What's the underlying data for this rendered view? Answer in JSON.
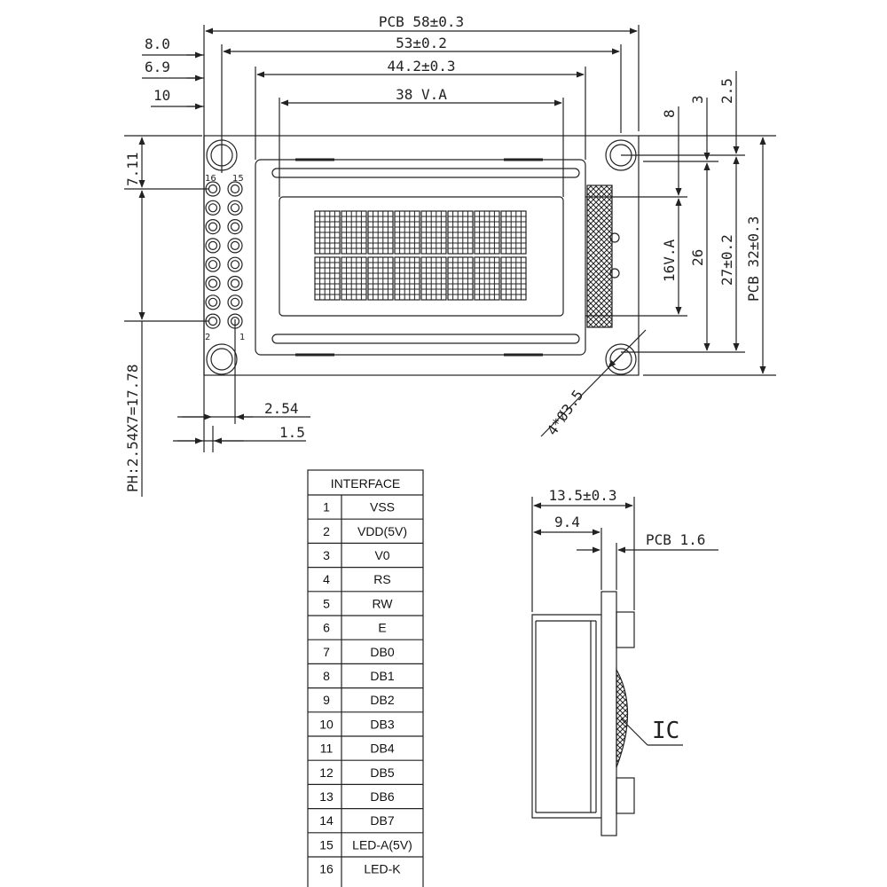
{
  "dimensions": {
    "pcb_width": "PCB 58±0.3",
    "hole_span": "53±0.2",
    "bezel_width": "44.2±0.3",
    "viewing_area_width": "38 V.A",
    "left_8": "8.0",
    "left_69": "6.9",
    "left_10": "10",
    "top_711": "7.11",
    "pitch": "PH:2.54X7=17.78",
    "pitch_254": "2.54",
    "pad_15": "1.5",
    "right_8": "8",
    "right_3": "3",
    "right_25": "2.5",
    "viewing_area_height": "16V.A",
    "bezel_height": "26",
    "hole_height": "27±0.2",
    "pcb_height": "PCB 32±0.3",
    "mounting_holes": "4*Ø3.5",
    "side_total": "13.5±0.3",
    "side_94": "9.4",
    "side_pcb": "PCB 1.6",
    "ic_label": "IC"
  },
  "pin_labels": {
    "p16": "16",
    "p15": "15",
    "p2": "2",
    "p1": "1"
  },
  "interface": {
    "title": "INTERFACE",
    "rows": [
      {
        "num": "1",
        "name": "VSS"
      },
      {
        "num": "2",
        "name": "VDD(5V)"
      },
      {
        "num": "3",
        "name": "V0"
      },
      {
        "num": "4",
        "name": "RS"
      },
      {
        "num": "5",
        "name": "RW"
      },
      {
        "num": "6",
        "name": "E"
      },
      {
        "num": "7",
        "name": "DB0"
      },
      {
        "num": "8",
        "name": "DB1"
      },
      {
        "num": "9",
        "name": "DB2"
      },
      {
        "num": "10",
        "name": "DB3"
      },
      {
        "num": "11",
        "name": "DB4"
      },
      {
        "num": "12",
        "name": "DB5"
      },
      {
        "num": "13",
        "name": "DB6"
      },
      {
        "num": "14",
        "name": "DB7"
      },
      {
        "num": "15",
        "name": "LED-A(5V)"
      },
      {
        "num": "16",
        "name": "LED-K"
      }
    ]
  }
}
